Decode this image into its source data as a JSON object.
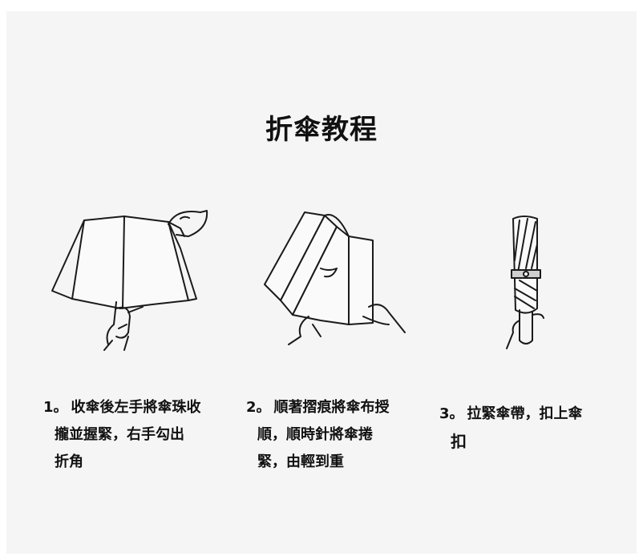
{
  "title": "折傘教程",
  "steps": [
    {
      "number": "1。",
      "lines": [
        "收傘後左手將傘珠收",
        "攏並握緊，右手勾出",
        "折角"
      ]
    },
    {
      "number": "2。",
      "lines": [
        "順著摺痕將傘布授",
        "順，順時針將傘捲",
        "緊，由輕到重"
      ]
    },
    {
      "number": "3。",
      "lines": [
        "拉緊傘帶，扣上傘",
        "扣"
      ]
    }
  ],
  "colors": {
    "background": "#f5f5f5",
    "stroke": "#1a1a1a"
  },
  "icons": [
    "umbrella-opening-hands-icon",
    "umbrella-folding-hands-icon",
    "umbrella-closed-strap-icon"
  ]
}
